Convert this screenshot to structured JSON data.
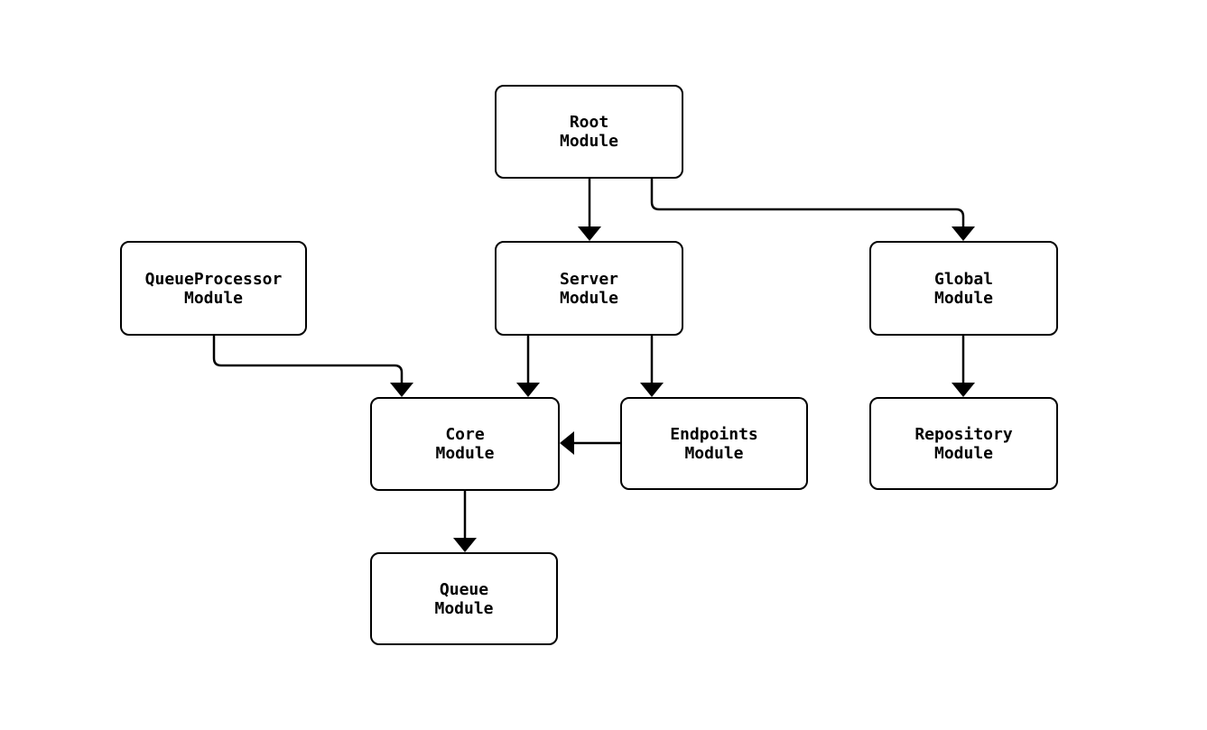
{
  "diagram": {
    "type": "flowchart",
    "background_color": "#ffffff",
    "node_fill_color": "#ffffff",
    "line_color": "#000000",
    "text_color": "#000000",
    "nodes": {
      "root": {
        "label": "Root\nModule"
      },
      "queueprocessor": {
        "label": "QueueProcessor\nModule"
      },
      "server": {
        "label": "Server\nModule"
      },
      "global": {
        "label": "Global\nModule"
      },
      "core": {
        "label": "Core\nModule"
      },
      "endpoints": {
        "label": "Endpoints\nModule"
      },
      "repository": {
        "label": "Repository\nModule"
      },
      "queue": {
        "label": "Queue\nModule"
      }
    },
    "edges": [
      {
        "from": "root",
        "to": "server"
      },
      {
        "from": "root",
        "to": "global"
      },
      {
        "from": "queueprocessor",
        "to": "core"
      },
      {
        "from": "server",
        "to": "core"
      },
      {
        "from": "server",
        "to": "endpoints"
      },
      {
        "from": "global",
        "to": "repository"
      },
      {
        "from": "endpoints",
        "to": "core"
      },
      {
        "from": "core",
        "to": "queue"
      }
    ]
  }
}
